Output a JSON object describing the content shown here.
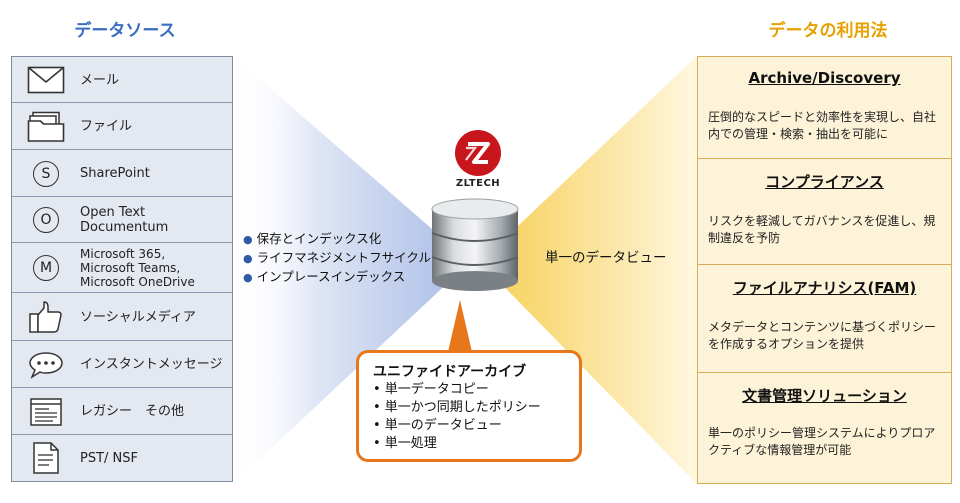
{
  "headings": {
    "sources": "データソース",
    "usage": "データの利用法"
  },
  "sources": [
    {
      "label": "メール",
      "icon": "mail-icon"
    },
    {
      "label": "ファイル",
      "icon": "folder-icon"
    },
    {
      "label": "SharePoint",
      "icon": "sharepoint-icon",
      "glyph": "S"
    },
    {
      "label": "Open Text\nDocumentum",
      "icon": "opentext-icon",
      "glyph": "O"
    },
    {
      "label": "Microsoft 365,\nMicrosoft Teams,\nMicrosoft OneDrive",
      "icon": "microsoft-icon",
      "glyph": "M"
    },
    {
      "label": "ソーシャルメディア",
      "icon": "thumbs-up-icon"
    },
    {
      "label": "インスタントメッセージ",
      "icon": "chat-bubble-icon"
    },
    {
      "label": "レガシー　その他",
      "icon": "legacy-document-icon"
    },
    {
      "label": "PST/ NSF",
      "icon": "pst-document-icon"
    }
  ],
  "process": [
    "保存とインデックス化",
    "ライフマネジメントフサイクル",
    "インプレースインデックス"
  ],
  "logo": {
    "text": "ZLTECH",
    "color": "#c8161d"
  },
  "center_label": "単一のデータビュー",
  "archive": {
    "title": "ユニファイドアーカイブ",
    "items": [
      "•  単一データコピー",
      "•  単一かつ同期したポリシー",
      "•  単一のデータビュー",
      "•  単一処理"
    ],
    "border_color": "#e8761a"
  },
  "usage": [
    {
      "title": "Archive/Discovery",
      "desc": "圧倒的なスピードと効率性を実現し、自社内での管理・検索・抽出を可能に"
    },
    {
      "title": "コンプライアンス",
      "desc": "リスクを軽減してガバナンスを促進し、規制違反を予防"
    },
    {
      "title": "ファイルアナリシス(FAM)",
      "desc": "メタデータとコンテンツに基づくポリシーを作成するオプションを提供"
    },
    {
      "title": "文書管理ソリューション",
      "desc": "単一のポリシー管理システムによりプロアクティブな情報管理が可能"
    }
  ],
  "colors": {
    "left_accent": "#3a6cc1",
    "right_accent": "#e6a100",
    "left_fan": "#b9c9ea",
    "right_fan": "#f8d673"
  }
}
